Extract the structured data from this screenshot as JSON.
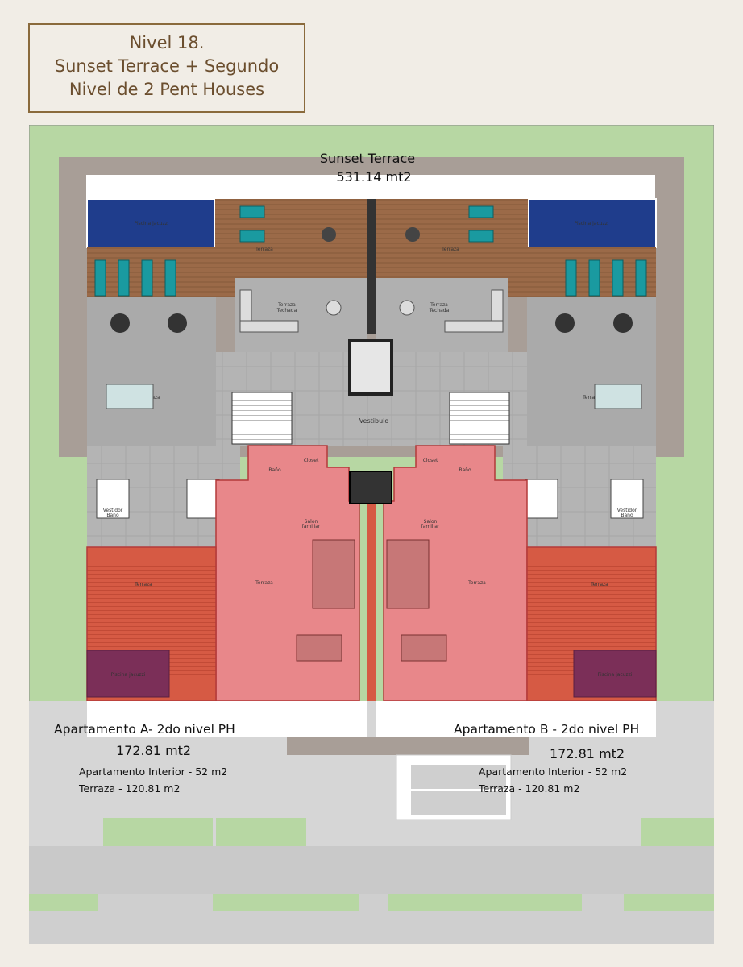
{
  "title": {
    "line1": "Nivel 18.",
    "line2": "Sunset Terrace + Segundo",
    "line3": "Nivel de 2 Pent Houses"
  },
  "sunset_terrace": {
    "name": "Sunset Terrace",
    "area": "531.14 mt2"
  },
  "apartment_a": {
    "name": "Apartamento  A- 2do nivel PH",
    "area": "172.81 mt2",
    "interior": "Apartamento Interior - 52 m2",
    "terrace": "Terraza - 120.81 m2"
  },
  "apartment_b": {
    "name": "Apartamento  B - 2do nivel PH",
    "area": "172.81 mt2",
    "interior": "Apartamento Interior - 52 m2",
    "terrace": "Terraza - 120.81 m2"
  },
  "room_labels": {
    "jacuzzi": "Piscina jacuzzi",
    "terraza": "Terraza",
    "terraza_techada_1": "Terraza",
    "terraza_techada_2": "Techada",
    "vestibulo": "Vestibulo",
    "bano": "Baño",
    "closet": "Closet",
    "vestidor_1": "Vestidor",
    "vestidor_2": "Baño",
    "salon_1": "Salon",
    "salon_2": "familiar"
  },
  "colors": {
    "ph_interior": "#e8878a",
    "ph_terrace": "#d65a44",
    "jacuzzi_water": "#1f3d8c",
    "jacuzzi_ph": "#7b2f58",
    "deck": "#9b6a48",
    "lounger": "#1a9aa0",
    "garden": "#b7d7a3",
    "tile": "#b9b9b9"
  }
}
